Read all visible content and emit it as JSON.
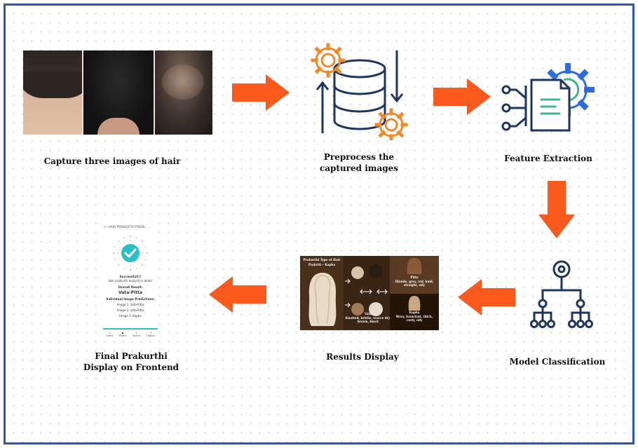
{
  "steps": {
    "capture": "Capture three images of hair",
    "preprocess": "Preprocess the captured images",
    "feature": "Feature Extraction",
    "model": "Model Classification",
    "results": "Results Display",
    "final": "Final Prakurthi Display on Frontend"
  },
  "phone": {
    "header": "HAIR PRAKURTHI PREDI...",
    "success": "Successful!!!",
    "done": "Hair prakurthi analysis is done!",
    "overall_label": "Overall Result:",
    "overall_value": "Vata-Pitta",
    "individual_label": "Individual Image Predictions:",
    "pred1": "Image 1: Vata-Pitta",
    "pred2": "Image 2: Vata-Pitta",
    "pred3": "Image 3: Kapha",
    "nav": [
      "Home",
      "Profile",
      "Search",
      "Logout"
    ]
  },
  "results_panel": {
    "title": "Prakurthi Type of Hair",
    "subtitle": "Prakriti – Kapha",
    "pitta_label": "Pitta",
    "pitta_desc": "Blonde, gray, red, bald, straight, oily",
    "vata_label": "Vata",
    "vata_desc": "Knotted, brittle, scarce dry, brown, black",
    "kapha_label": "Kapha",
    "kapha_desc": "Wavy, luxuriant, thick, curly, oily"
  },
  "colors": {
    "frame": "#2e55b5",
    "arrow": "#fa5a1e",
    "icon_orange": "#f08a2c",
    "icon_navy": "#1e3560",
    "icon_blue": "#2d6cdf",
    "icon_green": "#3fb68b",
    "check": "#2cc0c4"
  },
  "icons": [
    "database-gears-icon",
    "document-gear-icon",
    "hierarchy-icon",
    "arrow-right-icon",
    "arrow-down-icon",
    "arrow-left-icon",
    "check-icon"
  ]
}
